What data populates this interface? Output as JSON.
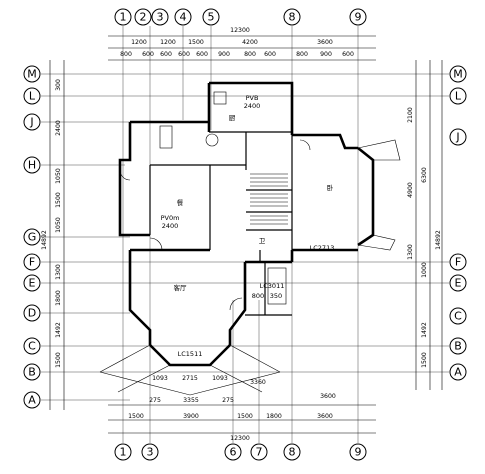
{
  "axes": {
    "top": [
      "1",
      "2",
      "3",
      "4",
      "5",
      "8",
      "9"
    ],
    "bottom": [
      "1",
      "3",
      "6",
      "7",
      "8",
      "9"
    ],
    "left": [
      "M",
      "L",
      "J",
      "H",
      "G",
      "F",
      "E",
      "D",
      "C",
      "B",
      "A"
    ],
    "right": [
      "M",
      "L",
      "J",
      "F",
      "E",
      "C",
      "B",
      "A"
    ]
  },
  "dims": {
    "top_total": "12300",
    "top_mid": [
      "4200",
      "3600"
    ],
    "top_row": [
      "1200",
      "1200",
      "1500"
    ],
    "top_small": [
      "800",
      "600",
      "600",
      "600",
      "600",
      "900",
      "800",
      "600",
      "800",
      "900",
      "600"
    ],
    "bottom_total": "12300",
    "bottom_row": [
      "1500",
      "3900",
      "1500",
      "1800",
      "3600"
    ],
    "bottom_row2": [
      "275",
      "3355",
      "275",
      "1093",
      "2715",
      "1093",
      "3360",
      "3600"
    ],
    "left_total": "14892",
    "left_rows": [
      "300",
      "2400",
      "1050",
      "1500",
      "1050",
      "1300",
      "1800",
      "1492",
      "1500"
    ],
    "right_total": "14892",
    "right_rows": [
      "2100",
      "4900",
      "6300",
      "1300",
      "1000",
      "1492",
      "1500"
    ]
  },
  "rooms": [
    {
      "name": "PVB",
      "note": "2400"
    },
    {
      "name": "厨",
      "note": ""
    },
    {
      "name": "餐",
      "note": ""
    },
    {
      "name": "PV0m",
      "note": "2400"
    },
    {
      "name": "客厅",
      "note": ""
    },
    {
      "name": "卫",
      "note": ""
    },
    {
      "name": "卧",
      "note": ""
    },
    {
      "name": "LC2713",
      "note": ""
    },
    {
      "name": "LC1511",
      "note": ""
    },
    {
      "name": "LC3011",
      "note": ""
    },
    {
      "name": "800",
      "note": "350"
    }
  ]
}
